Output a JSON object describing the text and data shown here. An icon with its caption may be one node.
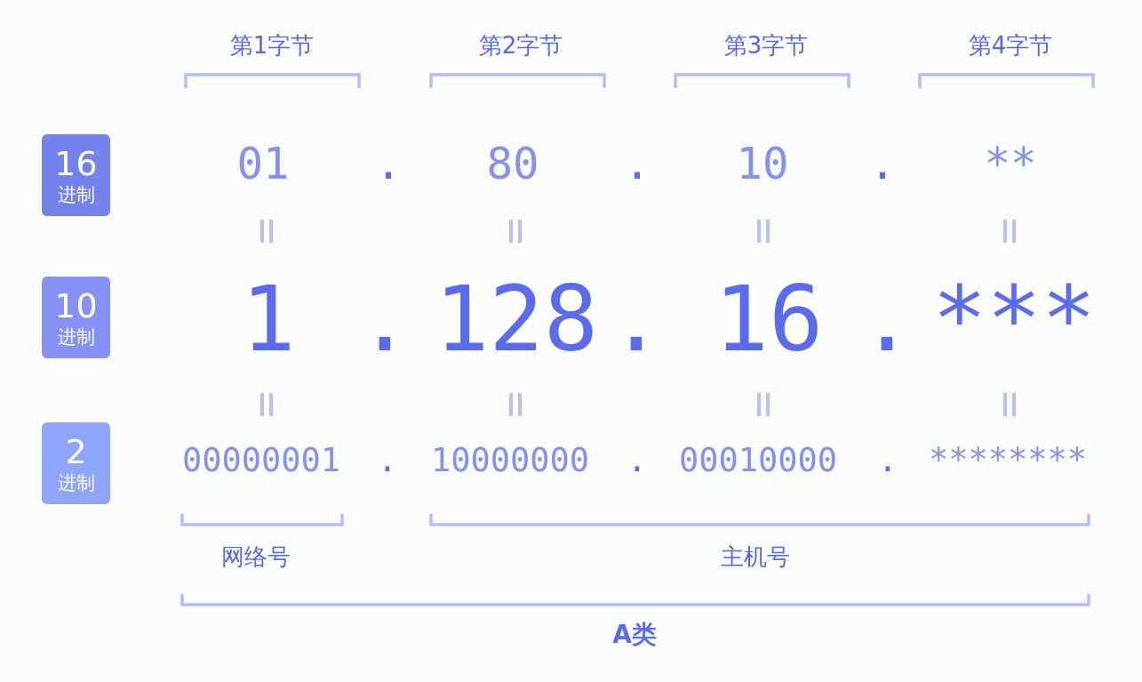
{
  "diagram": {
    "nodes": [
      {
        "text": [
          "16",
          "进制"
        ]
      },
      {
        "text": [
          "10",
          "进制"
        ]
      },
      {
        "text": [
          "2",
          "进制"
        ]
      }
    ],
    "labels": [
      "第1字节",
      "第2字节",
      "第3字节",
      "第4字节",
      "01",
      ".",
      "80",
      ".",
      "10",
      ".",
      "**",
      "1",
      ".",
      "128",
      ".",
      "16",
      ".",
      "***",
      "00000001",
      ".",
      "10000000",
      ".",
      "00010000",
      ".",
      "********",
      "网络号",
      "主机号",
      "A类"
    ]
  }
}
